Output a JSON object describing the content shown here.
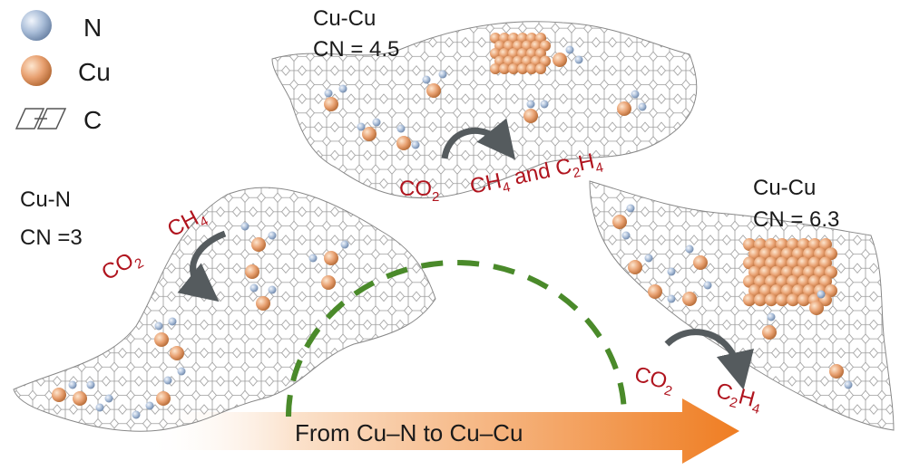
{
  "legend": {
    "items": [
      {
        "symbol": "nitrogen-atom",
        "label": "N",
        "color": "#a9bdd8"
      },
      {
        "symbol": "copper-atom",
        "label": "Cu",
        "color": "#e8a070"
      },
      {
        "symbol": "carbon-lattice",
        "label": "C"
      }
    ]
  },
  "panels": {
    "cu_n": {
      "title": "Cu-N",
      "cn": "CN =3",
      "reactant_main": "CO",
      "reactant_sub": "2",
      "product_main": "CH",
      "product_sub": "4"
    },
    "cu_cu_mid": {
      "title": "Cu-Cu",
      "cn": "CN = 4.5",
      "reactant_main": "CO",
      "reactant_sub": "2",
      "product_p1": "CH",
      "product_s1": "4",
      "product_p2": " and C",
      "product_s2": "2",
      "product_p3": "H",
      "product_s3": "4"
    },
    "cu_cu_high": {
      "title": "Cu-Cu",
      "cn": "CN = 6.3",
      "reactant_main": "CO",
      "reactant_sub": "2",
      "product_p1": "C",
      "product_s1": "2",
      "product_p2": "H",
      "product_s2": "4"
    }
  },
  "arrow": {
    "label": "From Cu–N to Cu–Cu"
  },
  "colors": {
    "nitrogen": "#a9bdd8",
    "copper": "#e8a070",
    "arrow_orange": "#ef7d22",
    "dashed_arc": "#4a8a2a",
    "reaction_text": "#b0141e",
    "curved_arrow": "#555b5e"
  }
}
